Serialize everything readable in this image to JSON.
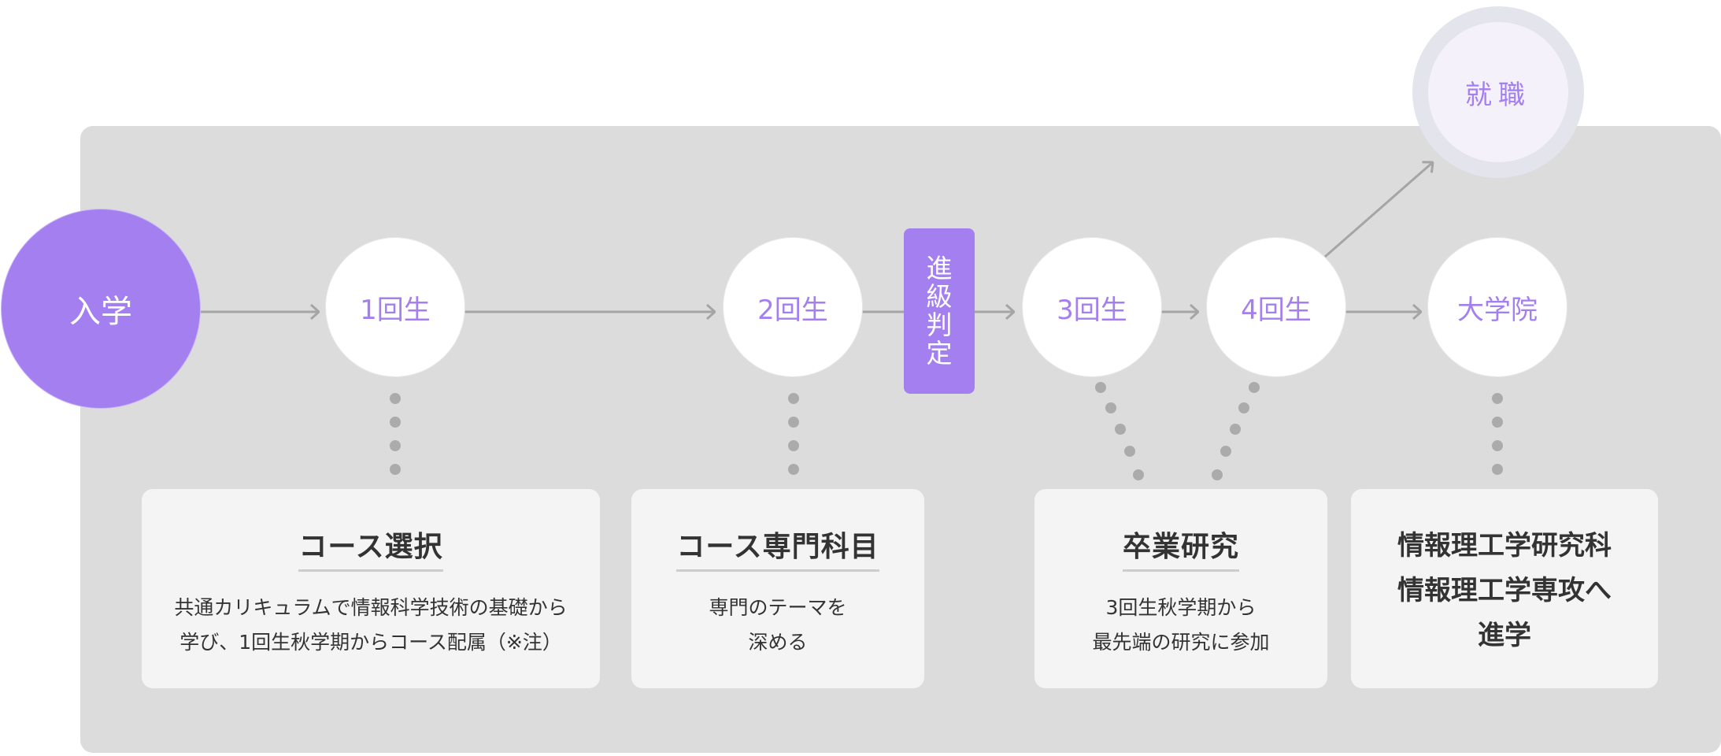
{
  "nodes": {
    "enrollment": "入学",
    "year1": "1回生",
    "year2": "2回生",
    "promotion": [
      "進",
      "級",
      "判",
      "定"
    ],
    "year3": "3回生",
    "year4": "4回生",
    "grad_school": "大学院",
    "employment": "就職"
  },
  "cards": {
    "course_selection": {
      "title": "コース選択",
      "lines": [
        "共通カリキュラムで情報科学技術の基礎から",
        "学び、1回生秋学期からコース配属（※注）"
      ]
    },
    "course_subjects": {
      "title": "コース専門科目",
      "lines": [
        "専門のテーマを",
        "深める"
      ]
    },
    "graduation_research": {
      "title": "卒業研究",
      "lines": [
        "3回生秋学期から",
        "最先端の研究に参加"
      ]
    },
    "grad_admission": {
      "lines": [
        "情報理工学研究科",
        "情報理工学専攻へ",
        "進学"
      ]
    }
  },
  "colors": {
    "accent": "#a47ff0",
    "panel": "#dcdcdc",
    "card": "#f4f4f4",
    "connector": "#a5a5a5",
    "dot": "#ababab"
  }
}
